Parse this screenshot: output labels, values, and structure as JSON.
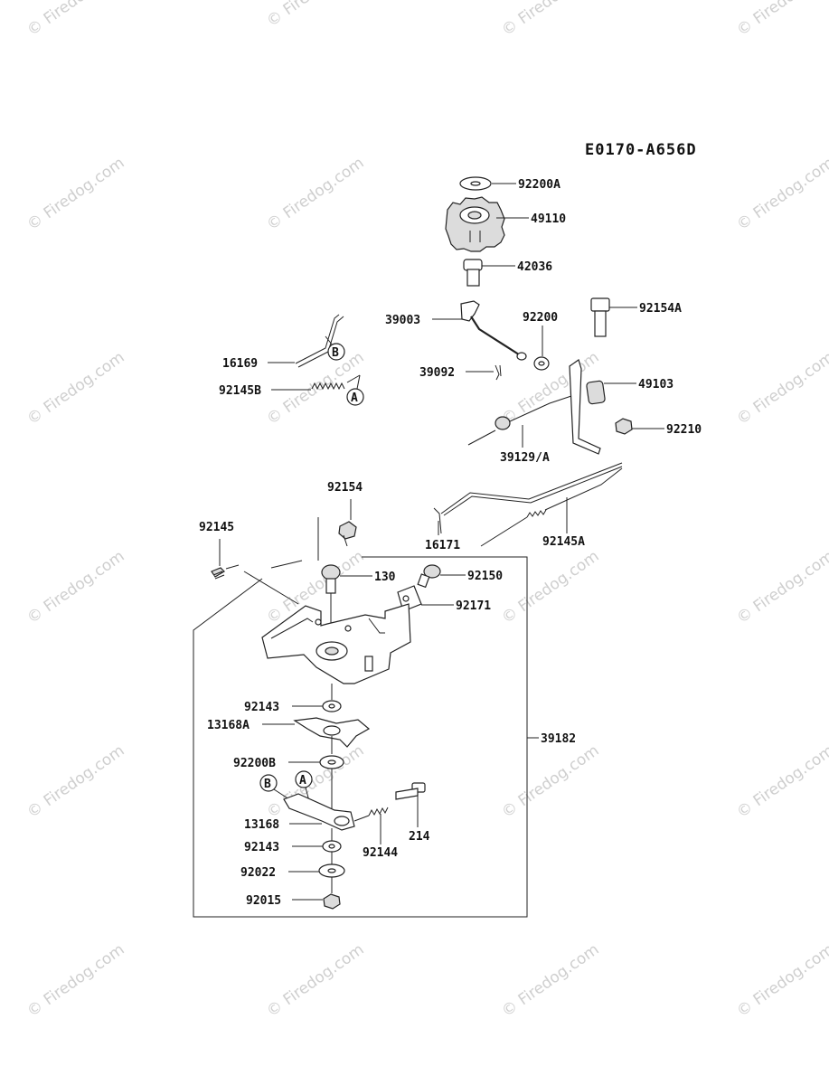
{
  "diagram_code": "E0170-A656D",
  "watermark": "© Firedog.com",
  "callouts": {
    "A": "A",
    "B": "B"
  },
  "parts": {
    "p92200A": "92200A",
    "p49110": "49110",
    "p42036": "42036",
    "p39003": "39003",
    "p92200": "92200",
    "p92154A": "92154A",
    "p16169": "16169",
    "p92145B": "92145B",
    "p39092": "39092",
    "p49103": "49103",
    "p92210": "92210",
    "p39129A": "39129/A",
    "p92154": "92154",
    "p92145": "92145",
    "p16171": "16171",
    "p92145A": "92145A",
    "p130": "130",
    "p92150": "92150",
    "p92171": "92171",
    "p92143a": "92143",
    "p13168A": "13168A",
    "p39182": "39182",
    "p92200B": "92200B",
    "p13168": "13168",
    "p214": "214",
    "p92143b": "92143",
    "p92144": "92144",
    "p92022": "92022",
    "p92015": "92015"
  }
}
